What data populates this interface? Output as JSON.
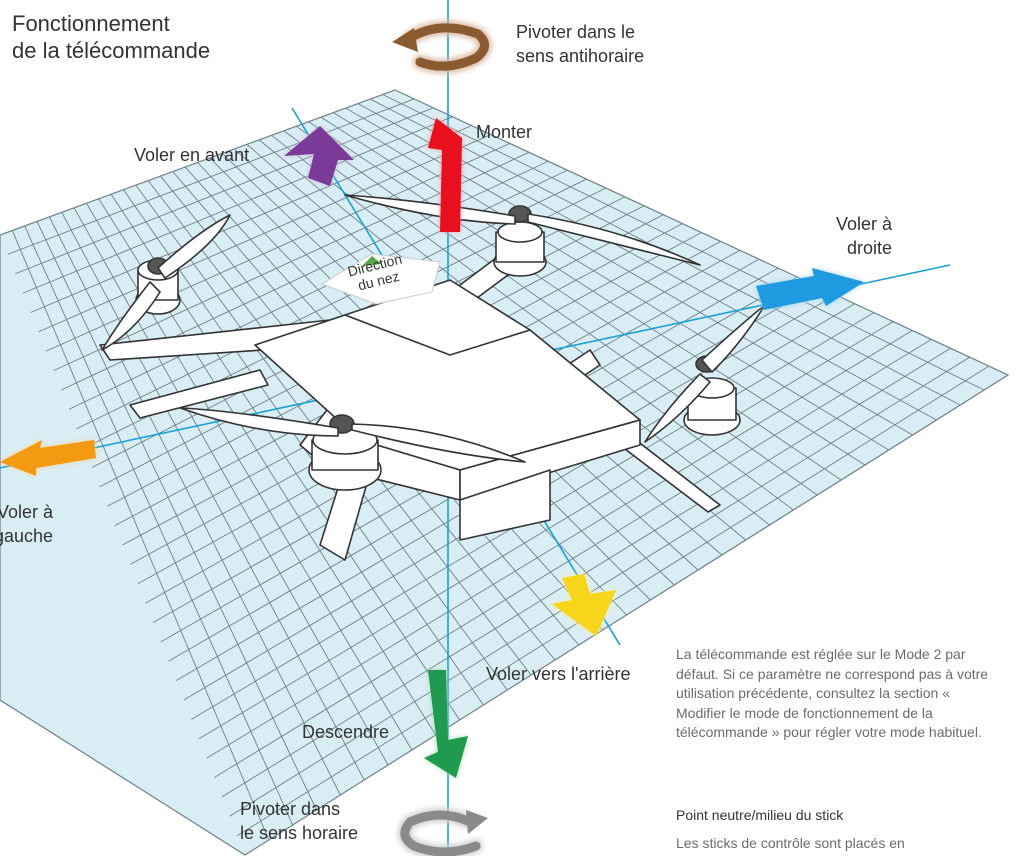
{
  "title": {
    "line1": "Fonctionnement",
    "line2": "de la télécommande"
  },
  "labels": {
    "rotate_ccw": {
      "line1": "Pivoter dans le",
      "line2": "sens antihoraire"
    },
    "up": "Monter",
    "forward": "Voler en avant",
    "right": {
      "line1": "Voler à",
      "line2": "droite"
    },
    "left": {
      "line1": "Voler à",
      "line2": "gauche"
    },
    "nose": {
      "line1": "Direction",
      "line2": "du nez"
    },
    "backward": "Voler vers l'arrière",
    "down": "Descendre",
    "rotate_cw": {
      "line1": "Pivoter dans",
      "line2": "le sens horaire"
    }
  },
  "note": "La télécommande est réglée sur le Mode 2 par défaut. Si ce paramètre ne correspond pas à votre utilisation précédente, consultez la section « Modifier le mode de fonctionnement de la télécommande » pour régler votre mode habituel.",
  "neutral_heading": "Point neutre/milieu du stick",
  "neutral_text": "Les sticks de contrôle sont placés en",
  "colors": {
    "grid_fill": "#d9eef4",
    "grid_line": "#6f7f86",
    "axis": "#1a9fd6",
    "up_arrow": "#e8101e",
    "down_arrow": "#1f9a4e",
    "forward_arrow": "#7a3b98",
    "right_arrow": "#1f9ae0",
    "left_arrow": "#f39a12",
    "backward_arrow": "#f7d51a",
    "ccw_arrow": "#8a5a30",
    "cw_arrow": "#8a8a8a"
  }
}
